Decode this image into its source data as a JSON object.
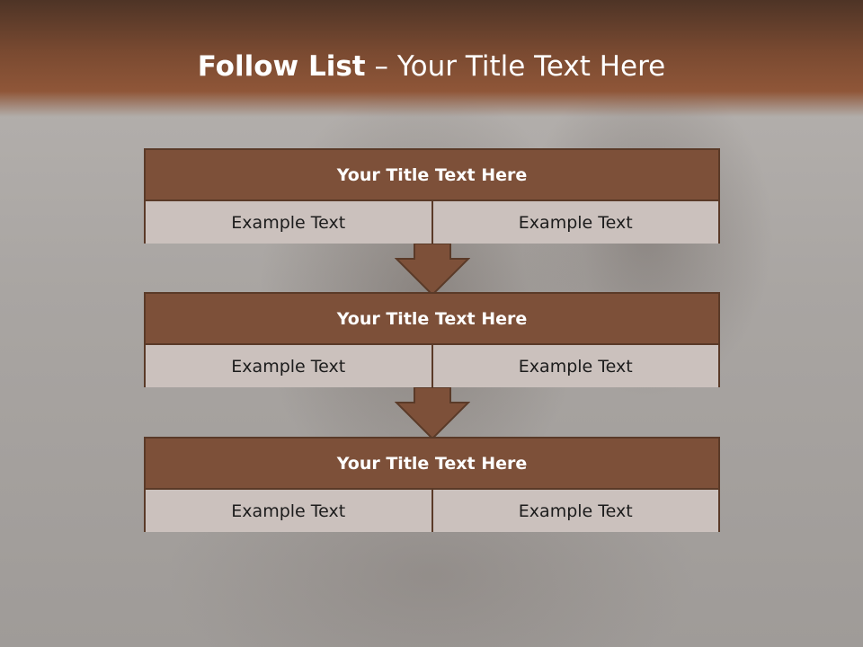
{
  "slide": {
    "title_bold": "Follow List",
    "title_rest": " – Your Title Text Here"
  },
  "blocks": [
    {
      "title": "Your Title Text Here",
      "left": "Example Text",
      "right": "Example Text"
    },
    {
      "title": "Your Title Text Here",
      "left": "Example Text",
      "right": "Example Text"
    },
    {
      "title": "Your Title Text Here",
      "left": "Example Text",
      "right": "Example Text"
    }
  ],
  "colors": {
    "banner": "#8f5638",
    "header": "#7d5039",
    "cell": "#cbc1bd",
    "border": "#5a3a28"
  }
}
